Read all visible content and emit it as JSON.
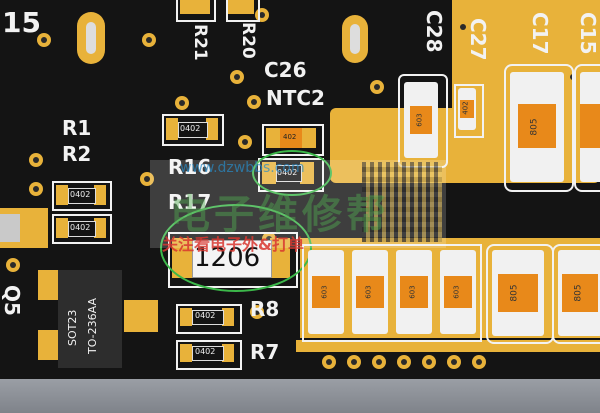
{
  "labels": {
    "top_left_number": "15",
    "r21": "R21",
    "r20": "R20",
    "c26": "C26",
    "ntc2": "NTC2",
    "c28": "C28",
    "c27": "C27",
    "c17": "C17",
    "c15_partial": "C15",
    "r1": "R1",
    "r2": "R2",
    "r16": "R16",
    "r17": "R17",
    "r8": "R8",
    "r7": "R7",
    "q5": "Q5",
    "package_1206": "1206",
    "sot23_line1": "SOT23",
    "sot23_line2": "TO-236AA"
  },
  "part_codes": {
    "code_0402": "0402",
    "code_402": "402",
    "code_603": "603",
    "code_805": "805"
  },
  "watermark": {
    "url": "www.dzwbbs.com",
    "line1": "电子维修帮",
    "line2": "关注看电子外&打单"
  },
  "colors": {
    "board": "#141414",
    "copper": "#e8b23a",
    "silkscreen": "#f2f2f2",
    "capacitor_core": "#e8891a",
    "circle_marker": "#3cb84a",
    "watermark_red": "#d8362f"
  }
}
